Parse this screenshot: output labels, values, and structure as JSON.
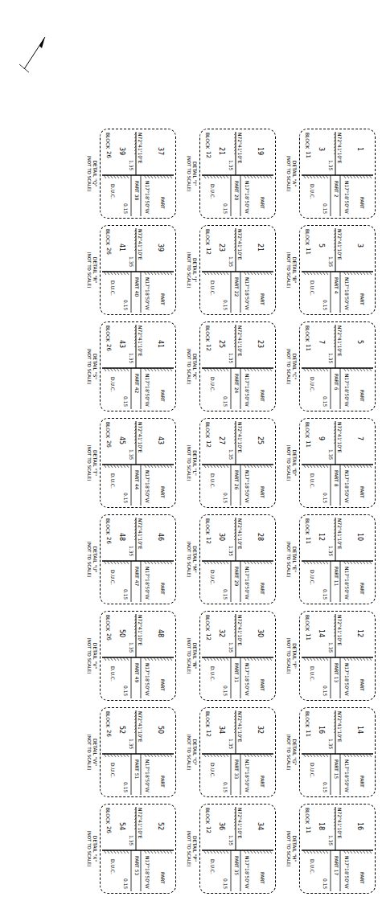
{
  "diagram": {
    "nodes": [
      {
        "text": [
          "BLOCK",
          "11",
          "1",
          "3",
          "PART",
          "PART 2",
          "D.U.C.",
          "N72°41'10\"E",
          "N17°18'50\"W",
          "0.15",
          "1.35",
          "DETAIL \"A\"",
          "(NOT TO SCALE)"
        ]
      },
      {
        "text": [
          "BLOCK",
          "11",
          "3",
          "5",
          "PART",
          "PART 4",
          "D.U.C.",
          "N72°41'10\"E",
          "N17°18'50\"W",
          "0.15",
          "1.35",
          "DETAIL \"B\"",
          "(NOT TO SCALE)"
        ]
      },
      {
        "text": [
          "BLOCK",
          "11",
          "5",
          "7",
          "PART",
          "PART 6",
          "D.U.C.",
          "N72°41'10\"E",
          "N17°18'50\"W",
          "0.15",
          "1.35",
          "DETAIL \"C\"",
          "(NOT TO SCALE)"
        ]
      },
      {
        "text": [
          "BLOCK",
          "11",
          "7",
          "9",
          "PART",
          "PART 8",
          "D.U.C.",
          "N72°41'10\"E",
          "N17°18'50\"W",
          "0.15",
          "1.35",
          "DETAIL \"D\"",
          "(NOT TO SCALE)"
        ]
      },
      {
        "text": [
          "BLOCK",
          "11",
          "10",
          "12",
          "PART",
          "PART 11",
          "D.U.C.",
          "N72°41'10\"E",
          "N17°18'50\"W",
          "0.15",
          "1.35",
          "DETAIL \"E\"",
          "(NOT TO SCALE)"
        ]
      },
      {
        "text": [
          "BLOCK",
          "11",
          "12",
          "14",
          "PART",
          "PART 13",
          "D.U.C.",
          "N72°41'10\"E",
          "N17°18'50\"W",
          "0.15",
          "1.35",
          "DETAIL \"F\"",
          "(NOT TO SCALE)"
        ]
      },
      {
        "text": [
          "BLOCK",
          "11",
          "14",
          "16",
          "PART",
          "PART 15",
          "D.U.C.",
          "N72°41'10\"E",
          "N17°18'50\"W",
          "0.15",
          "1.35",
          "DETAIL \"G\"",
          "(NOT TO SCALE)"
        ]
      },
      {
        "text": [
          "BLOCK",
          "11",
          "16",
          "18",
          "PART",
          "PART 17",
          "D.U.C.",
          "N72°41'10\"E",
          "N17°18'50\"W",
          "0.15",
          "1.35",
          "DETAIL \"H\"",
          "(NOT TO SCALE)"
        ]
      },
      {
        "text": [
          "BLOCK",
          "12",
          "19",
          "21",
          "PART",
          "PART 20",
          "D.U.C.",
          "N72°41'10\"E",
          "N17°18'50\"W",
          "0.15",
          "1.35",
          "DETAIL \"I\"",
          "(NOT TO SCALE)"
        ]
      },
      {
        "text": [
          "BLOCK",
          "12",
          "21",
          "23",
          "PART",
          "PART 22",
          "D.U.C.",
          "N72°41'10\"E",
          "N17°18'50\"W",
          "0.15",
          "1.35",
          "DETAIL \"J\"",
          "(NOT TO SCALE)"
        ]
      },
      {
        "text": [
          "BLOCK",
          "12",
          "23",
          "25",
          "PART",
          "PART 24",
          "D.U.C.",
          "N72°41'10\"E",
          "N17°18'50\"W",
          "0.15",
          "1.35",
          "DETAIL \"K\"",
          "(NOT TO SCALE)"
        ]
      },
      {
        "text": [
          "BLOCK",
          "12",
          "25",
          "27",
          "PART",
          "PART 26",
          "D.U.C.",
          "N72°41'10\"E",
          "N17°18'50\"W",
          "0.15",
          "1.35",
          "DETAIL \"L\"",
          "(NOT TO SCALE)"
        ]
      },
      {
        "text": [
          "BLOCK",
          "12",
          "28",
          "30",
          "PART",
          "PART 29",
          "D.U.C.",
          "N72°41'10\"E",
          "N17°18'50\"W",
          "0.15",
          "1.35",
          "DETAIL \"M\"",
          "(NOT TO SCALE)"
        ]
      },
      {
        "text": [
          "BLOCK",
          "12",
          "30",
          "32",
          "PART",
          "PART 31",
          "D.U.C.",
          "N72°41'10\"E",
          "N17°18'50\"W",
          "0.15",
          "1.35",
          "DETAIL \"N\"",
          "(NOT TO SCALE)"
        ]
      },
      {
        "text": [
          "BLOCK",
          "12",
          "32",
          "34",
          "PART",
          "PART 33",
          "D.U.C.",
          "N72°41'10\"E",
          "N17°18'50\"W",
          "0.15",
          "1.35",
          "DETAIL \"O\"",
          "(NOT TO SCALE)"
        ]
      },
      {
        "text": [
          "BLOCK",
          "12",
          "34",
          "36",
          "PART",
          "PART 35",
          "D.U.C.",
          "N72°41'10\"E",
          "N17°18'50\"W",
          "0.15",
          "1.35",
          "DETAIL \"P\"",
          "(NOT TO SCALE)"
        ]
      },
      {
        "text": [
          "BLOCK",
          "26",
          "37",
          "39",
          "PART",
          "PART 38",
          "D.U.C.",
          "N72°41'10\"E",
          "N17°18'50\"W",
          "0.15",
          "1.35",
          "DETAIL \"Q\"",
          "(NOT TO SCALE)"
        ]
      },
      {
        "text": [
          "BLOCK",
          "26",
          "39",
          "41",
          "PART",
          "PART 40",
          "D.U.C.",
          "N72°41'10\"E",
          "N17°18'50\"W",
          "0.15",
          "1.35",
          "DETAIL \"R\"",
          "(NOT TO SCALE)"
        ]
      },
      {
        "text": [
          "BLOCK",
          "26",
          "41",
          "43",
          "PART",
          "PART 42",
          "D.U.C.",
          "N72°41'10\"E",
          "N17°18'50\"W",
          "0.15",
          "1.35",
          "DETAIL \"S\"",
          "(NOT TO SCALE)"
        ]
      },
      {
        "text": [
          "BLOCK",
          "26",
          "43",
          "45",
          "PART",
          "PART 44",
          "D.U.C.",
          "N72°41'10\"E",
          "N17°18'50\"W",
          "0.15",
          "1.35",
          "DETAIL \"T\"",
          "(NOT TO SCALE)"
        ]
      },
      {
        "text": [
          "BLOCK",
          "26",
          "46",
          "48",
          "PART",
          "PART 47",
          "D.U.C.",
          "N72°41'10\"E",
          "N17°18'50\"W",
          "0.15",
          "1.35",
          "DETAIL \"U\"",
          "(NOT TO SCALE)"
        ]
      },
      {
        "text": [
          "BLOCK",
          "26",
          "48",
          "50",
          "PART",
          "PART 49",
          "D.U.C.",
          "N72°41'10\"E",
          "N17°18'50\"W",
          "0.15",
          "1.35",
          "DETAIL \"V\"",
          "(NOT TO SCALE)"
        ]
      },
      {
        "text": [
          "BLOCK",
          "26",
          "50",
          "52",
          "PART",
          "PART 51",
          "D.U.C.",
          "N72°41'10\"E",
          "N17°18'50\"W",
          "0.15",
          "1.35",
          "DETAIL \"W\"",
          "(NOT TO SCALE)"
        ]
      },
      {
        "text": [
          "BLOCK",
          "26",
          "52",
          "54",
          "PART",
          "PART 53",
          "D.U.C.",
          "N72°41'10\"E",
          "N17°18'50\"W",
          "0.15",
          "1.35",
          "DETAIL \"X\"",
          "(NOT TO SCALE)"
        ]
      }
    ]
  }
}
